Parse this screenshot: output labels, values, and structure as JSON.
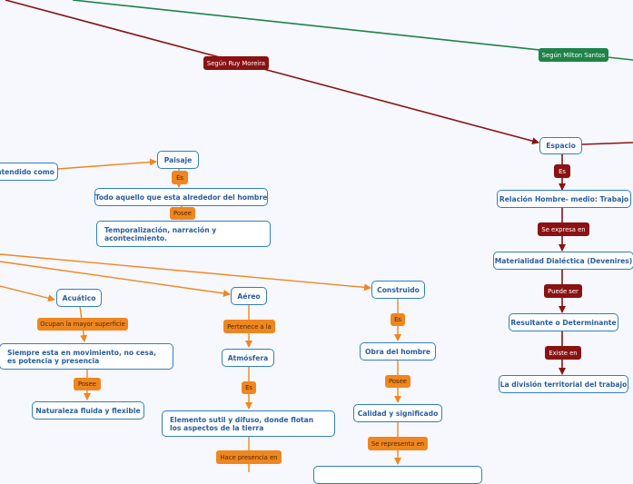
{
  "branches": {
    "segun_ruy_moreira": "Según Ruy Moreira",
    "segun_milton_santos": "Según Milton Santos"
  },
  "espacio_chain": {
    "espacio": "Espacio",
    "es": "Es",
    "relacion": "Relación Hombre- medio: Trabajo",
    "se_expresa_en": "Se expresa en",
    "materialidad": "Materialidad Dialéctica (Devenires)",
    "puede_ser": "Puede ser",
    "resultante": "Resultante o Determinante",
    "existe_en": "Existe en",
    "division": "La división territorial del trabajo"
  },
  "paisaje_chain": {
    "entendido_como": "ntendido como",
    "paisaje": "Paisaje",
    "es": "Es",
    "todo_aquello": "Todo aquello que esta alrededor del hombre",
    "posee": "Posee",
    "temporalizacion": "Temporalización, narración y acontecimiento."
  },
  "acuatico_chain": {
    "acuatico": "Acuático",
    "ocupan": "Ocupan la mayor superficie",
    "siempre": "Siempre esta en movimiento, no cesa, es potencia y presencia",
    "posee": "Posee",
    "naturaleza": "Naturaleza fluida y flexible"
  },
  "aereo_chain": {
    "aereo": "Aéreo",
    "pertenece": "Pertenece a la",
    "atmosfera": "Atmósfera",
    "es": "Es",
    "elemento": "Elemento sutil y difuso, donde flotan los aspectos de la tierra",
    "hace_presencia": "Hace presencia en"
  },
  "construido_chain": {
    "construido": "Construido",
    "es": "Es",
    "obra": "Obra del hombre",
    "posee": "Posee",
    "calidad": "Calidad y significado",
    "se_representa": "Se representa en"
  },
  "colors": {
    "node_border": "#2f7ec4",
    "node_text": "#2a5d9c",
    "orange": "#f0861f",
    "dark_red": "#8a1212",
    "green": "#1d8348"
  }
}
